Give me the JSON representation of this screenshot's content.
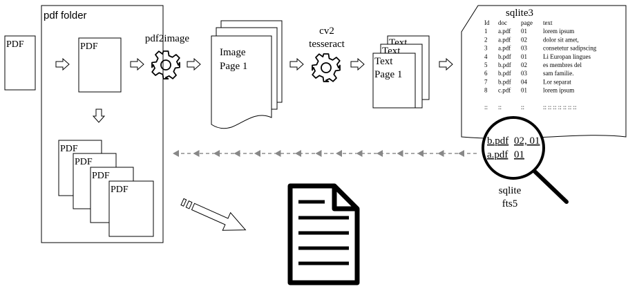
{
  "pdf_folder": {
    "label": "pdf folder",
    "source_pdf": "PDF",
    "inner_pdf": "PDF",
    "stack": [
      "PDF",
      "PDF",
      "PDF",
      "PDF"
    ]
  },
  "steps": {
    "pdf2image": "pdf2image",
    "image_doc": {
      "line1": "Image",
      "line2": "Page 1"
    },
    "ocr": {
      "line1": "cv2",
      "line2": "tesseract"
    },
    "text_doc": {
      "back1": "Text",
      "back2": "Text",
      "line1": "Text",
      "line2": "Page 1"
    }
  },
  "sqlite": {
    "title": "sqlite3",
    "headers": [
      "Id",
      "doc",
      "page",
      "text"
    ],
    "rows": [
      [
        "1",
        "a.pdf",
        "01",
        "lorem ipsum"
      ],
      [
        "2",
        "a.pdf",
        "02",
        "dolor sit amet,"
      ],
      [
        "3",
        "a.pdf",
        "03",
        "consetetur sadipscing"
      ],
      [
        "4",
        "b.pdf",
        "01",
        "Li Europan lingues"
      ],
      [
        "5",
        "b.pdf",
        "02",
        "es membres del"
      ],
      [
        "6",
        "b.pdf",
        "03",
        "sam familie."
      ],
      [
        "7",
        "b.pdf",
        "04",
        "Lor separat"
      ],
      [
        "8",
        "c.pdf",
        "01",
        "lorem ipsum"
      ]
    ],
    "ellipsis_row": [
      "::",
      "::",
      "::",
      ":: :: :: :: :: :: ::"
    ]
  },
  "search": {
    "result1_doc": "b.pdf",
    "result1_pages": "02, 01",
    "result2_doc": "a.pdf",
    "result2_pages": "01",
    "label_line1": "sqlite",
    "label_line2": "fts5"
  },
  "colors": {
    "stroke": "#000000",
    "dashed_arrow": "#555555",
    "arrowhead": "#888888"
  },
  "icons": [
    "gear-icon",
    "gear-icon",
    "magnifier-icon",
    "document-icon",
    "striped-arrow-icon"
  ]
}
